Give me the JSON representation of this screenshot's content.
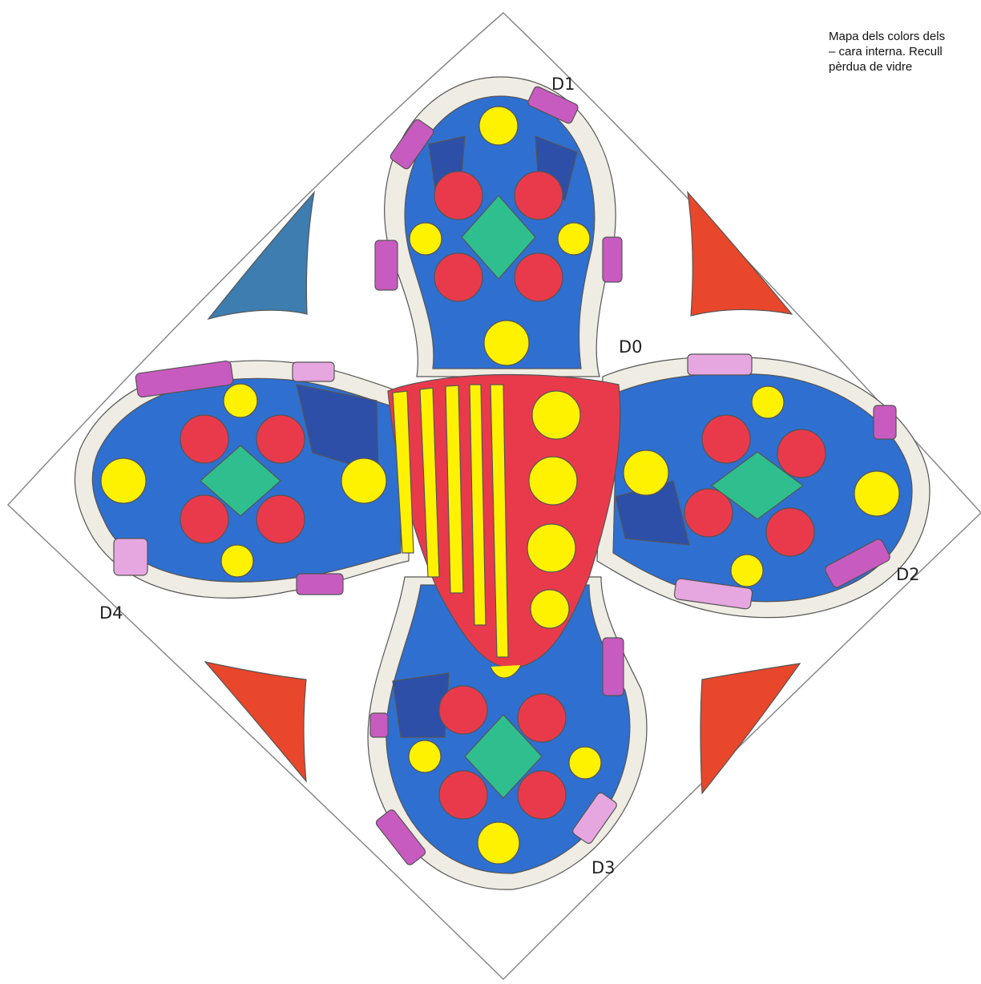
{
  "caption": {
    "line1": "Mapa dels colors dels",
    "line2": "– cara interna. Recull",
    "line3": "pèrdua de vidre"
  },
  "labels": {
    "d0": "D0",
    "d1": "D1",
    "d2": "D2",
    "d3": "D3",
    "d4": "D4"
  },
  "colors": {
    "blue": "#2f6fd0",
    "dark_blue": "#2d4fa8",
    "red": "#e93a4c",
    "yellow": "#fff200",
    "green": "#2fbf8e",
    "magenta": "#c85bc0",
    "light_magenta": "#e6a6e0",
    "cream": "#efece3",
    "steel_blue": "#3d7db0",
    "orange_red": "#e8472b",
    "outline": "#555555"
  }
}
